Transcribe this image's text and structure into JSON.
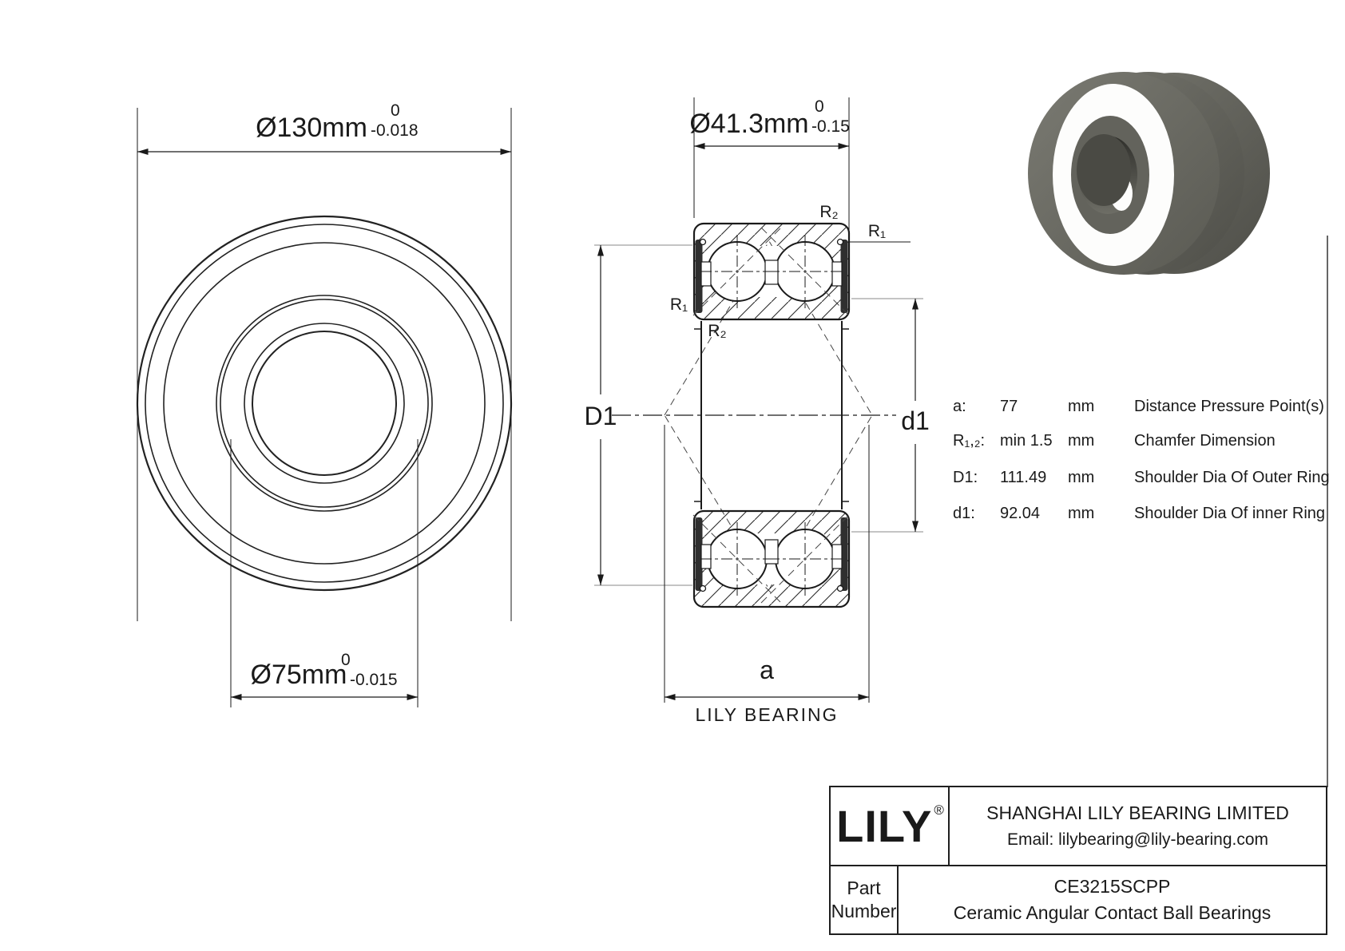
{
  "front_view": {
    "dim_outer": {
      "label": "Ø130mm",
      "tol_top": "0",
      "tol_bottom": "-0.018"
    },
    "dim_bore": {
      "label": "Ø75mm",
      "tol_top": "0",
      "tol_bottom": "-0.015"
    }
  },
  "section_view": {
    "dim_width": {
      "label": "Ø41.3mm",
      "tol_top": "0",
      "tol_bottom": "-0.15"
    },
    "labels": {
      "outer_shoulder": "D1",
      "inner_shoulder": "d1",
      "pressure_distance": "a",
      "r1": "R₁",
      "r2": "R₂"
    },
    "watermark": "LILY BEARING"
  },
  "spec_table": {
    "rows": [
      {
        "label": "a:",
        "value": "77",
        "unit": "mm",
        "desc": "Distance Pressure Point(s)"
      },
      {
        "label": "R₁,₂:",
        "value": "min 1.5",
        "unit": "mm",
        "desc": "Chamfer Dimension"
      },
      {
        "label": "D1:",
        "value": "111.49",
        "unit": "mm",
        "desc": "Shoulder Dia Of Outer Ring"
      },
      {
        "label": "d1:",
        "value": "92.04",
        "unit": "mm",
        "desc": "Shoulder Dia Of inner Ring"
      }
    ]
  },
  "title_block": {
    "logo": "LILY",
    "logo_reg": "®",
    "company": "SHANGHAI LILY BEARING LIMITED",
    "email": "Email: lilybearing@lily-bearing.com",
    "part_label": "Part Number",
    "part_number": "CE3215SCPP",
    "part_desc": "Ceramic Angular Contact Ball Bearings"
  },
  "colors": {
    "line": "#1a1a1a",
    "gray_line": "#8a8a8a",
    "render_body": "#6b6b64",
    "render_body_dark": "#50504a",
    "render_inner_ring": "#63635c",
    "render_face": "#fdfdfc",
    "render_bore_dark": "#34342f"
  }
}
